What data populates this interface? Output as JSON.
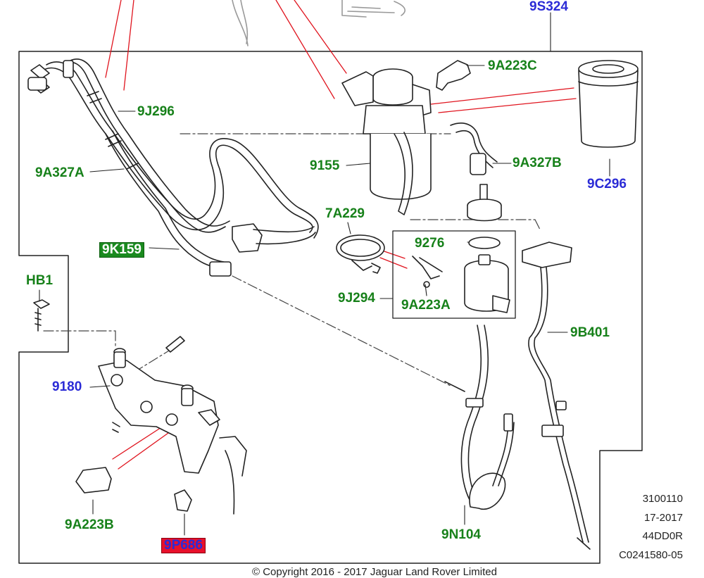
{
  "callouts": {
    "c_9S324": "9S324",
    "c_9A223C": "9A223C",
    "c_9J296": "9J296",
    "c_9A327A": "9A327A",
    "c_9155": "9155",
    "c_9A327B": "9A327B",
    "c_9C296": "9C296",
    "c_7A229": "7A229",
    "c_9276": "9276",
    "c_9K159": "9K159",
    "c_HB1": "HB1",
    "c_9J294": "9J294",
    "c_9A223A": "9A223A",
    "c_9B401": "9B401",
    "c_9180": "9180",
    "c_9A223B": "9A223B",
    "c_9P686": "9P686",
    "c_9N104": "9N104"
  },
  "meta": {
    "line1": "3100110",
    "line2": "17-2017",
    "line3": "44DD0R",
    "line4": "C0241580-05"
  },
  "copyright": "© Copyright  2016 - 2017  Jaguar Land Rover Limited",
  "colors": {
    "callout_green": "#17811a",
    "callout_blue": "#2b2bd6",
    "highlight_green": "#1a8a1f",
    "highlight_red": "#e8102b",
    "leader_red": "#e0141e"
  }
}
